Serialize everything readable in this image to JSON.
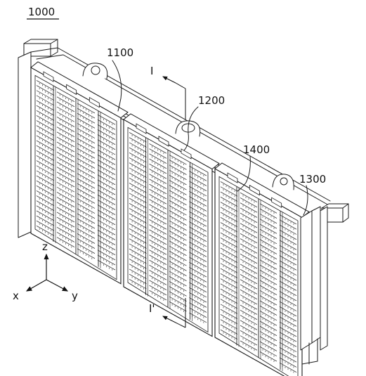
{
  "figure": {
    "number": "1000",
    "parts": {
      "first_module": "1100",
      "second_module": "1200",
      "third_module": "1300",
      "connector": "1400"
    },
    "section": {
      "top": "I",
      "bottom": "I'"
    },
    "axes": {
      "z": "z",
      "x": "x",
      "y": "y"
    }
  }
}
